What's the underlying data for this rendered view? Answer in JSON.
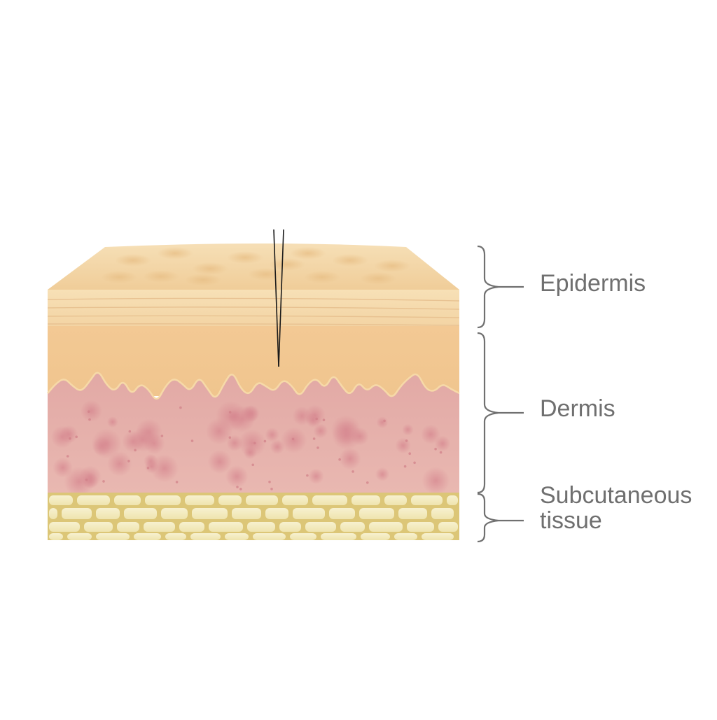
{
  "layers": [
    {
      "id": "epidermis",
      "label": "Epidermis"
    },
    {
      "id": "dermis",
      "label": "Dermis"
    },
    {
      "id": "subcutaneous",
      "label_line1": "Subcutaneous",
      "label_line2": "tissue"
    }
  ],
  "colors": {
    "skin_surface": "#f3d3a2",
    "epidermis_band": "#f6ddb0",
    "epidermis_lower": "#f2c993",
    "dermis": "#e6b0aa",
    "dermis_spots": "#d98f95",
    "fat_matrix": "#d9c26e",
    "fat_cells": "#f4ecbf",
    "bracket": "#707070",
    "needle": "#1a1a1a"
  },
  "icons": {
    "needle": "needle-icon",
    "bracket": "curly-brace-icon"
  }
}
